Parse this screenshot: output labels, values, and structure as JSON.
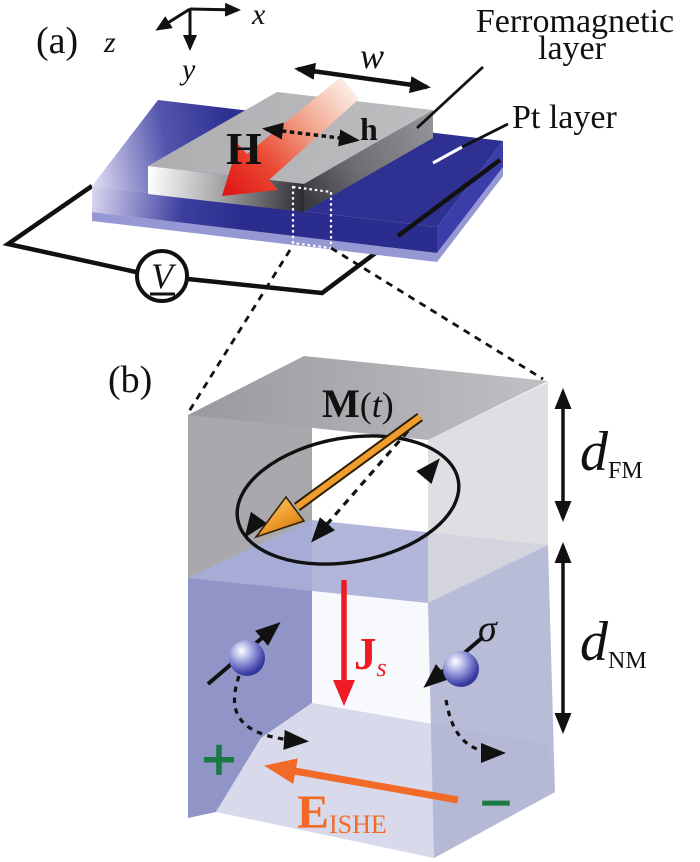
{
  "figure": {
    "type": "physics-schematic",
    "description": "Spin pumping / inverse spin Hall effect bilayer schematic",
    "panels": [
      "a",
      "b"
    ]
  },
  "labels": {
    "panel_a": "(a)",
    "panel_b": "(b)",
    "axis_x": "x",
    "axis_y": "y",
    "axis_z": "z",
    "width": "w",
    "rf_field": "h",
    "static_field": "H",
    "voltmeter": "V",
    "fm_line1": "Ferromagnetic",
    "fm_line2": "layer",
    "pt": "Pt layer",
    "mag_m": "M",
    "mag_open": "(",
    "mag_t": "t",
    "mag_close": ")",
    "js_j": "J",
    "js_sub": "s",
    "sigma": "σ",
    "plus": "+",
    "minus": "−",
    "e_main": "E",
    "e_sub": "ISHE",
    "d_fm_d": "d",
    "d_fm_sub": "FM",
    "d_nm_d": "d",
    "d_nm_sub": "NM"
  },
  "colors": {
    "pt-blue": "#2e3192",
    "pt-blue-right": "#3b3ea8",
    "pt-blue-under": "#9598d2",
    "fm-gray": "#b2b2b5",
    "field-red": "#e01818",
    "js-red": "#ed1c24",
    "m-orange": "#f09d2d",
    "e-orange": "#f26a28",
    "charge-green": "#1a7a44",
    "nm-lavender": "#9094c6",
    "nm-floor": "#d8daec",
    "interface-blue": "#a9aed6",
    "ink": "#111111"
  }
}
